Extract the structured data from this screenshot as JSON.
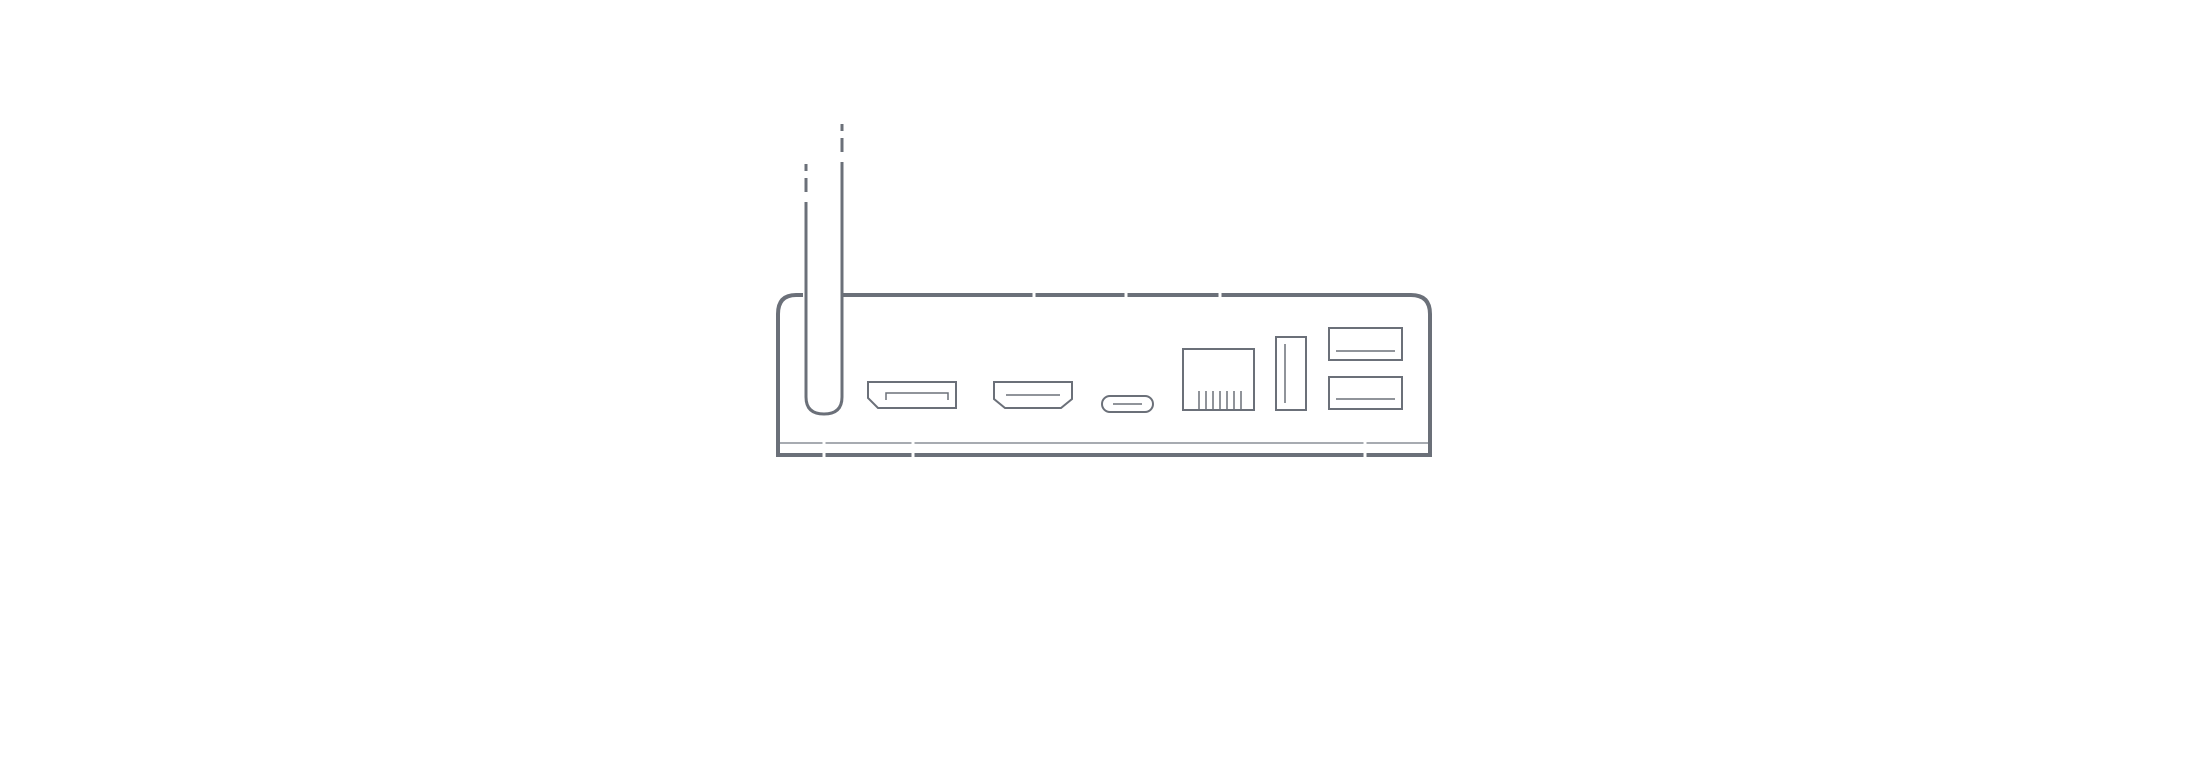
{
  "diagram": {
    "subject": "mini-pc-rear-panel",
    "colors": {
      "background": "#ffffff",
      "stroke": "#6b7079",
      "gap": "#ffffff",
      "thin_line": "#8a8f97"
    },
    "antennas": [
      {
        "name": "left-antenna"
      },
      {
        "name": "right-antenna"
      }
    ],
    "ports": [
      {
        "name": "displayport",
        "icon": "displayport-icon"
      },
      {
        "name": "hdmi",
        "icon": "hdmi-icon"
      },
      {
        "name": "usb-c",
        "icon": "usb-c-icon"
      },
      {
        "name": "ethernet",
        "icon": "ethernet-icon"
      },
      {
        "name": "usb-a-vertical",
        "icon": "usb-a-icon"
      },
      {
        "name": "usb-a-upper",
        "icon": "usb-a-icon"
      },
      {
        "name": "usb-a-lower",
        "icon": "usb-a-icon"
      }
    ]
  }
}
